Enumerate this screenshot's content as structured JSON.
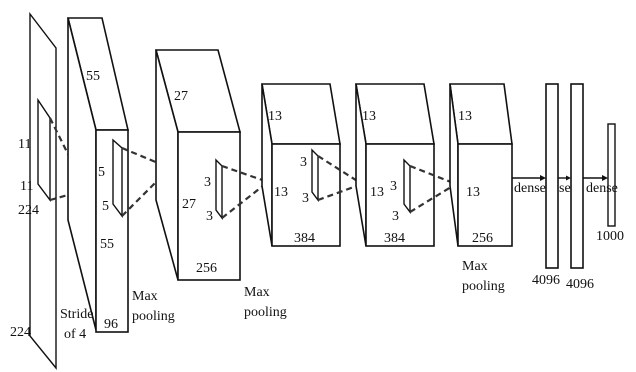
{
  "input_layer": {
    "height": "224",
    "width": "224",
    "kernel_h": "11",
    "kernel_w": "11",
    "stride_1": "Stride",
    "stride_2": "of 4"
  },
  "conv1": {
    "top_dim": "55",
    "side_dim": "55",
    "depth": "96",
    "kernel_h": "5",
    "kernel_w": "5",
    "pool_1": "Max",
    "pool_2": "pooling"
  },
  "conv2": {
    "top_dim": "27",
    "side_dim": "27",
    "depth": "256",
    "kernel_h": "3",
    "kernel_w": "3",
    "pool_1": "Max",
    "pool_2": "pooling"
  },
  "conv3": {
    "top_dim": "13",
    "side_dim": "13",
    "depth": "384",
    "kernel_h": "3",
    "kernel_w": "3"
  },
  "conv4": {
    "top_dim": "13",
    "side_dim": "13",
    "depth": "384",
    "kernel_h": "3",
    "kernel_w": "3"
  },
  "conv5": {
    "top_dim": "13",
    "side_dim": "13",
    "depth": "256",
    "pool_1": "Max",
    "pool_2": "pooling"
  },
  "dense1": {
    "label": "dense",
    "size": "4096"
  },
  "dense2": {
    "label": "se",
    "size": "4096"
  },
  "dense3": {
    "label": "dense",
    "size": "1000"
  }
}
